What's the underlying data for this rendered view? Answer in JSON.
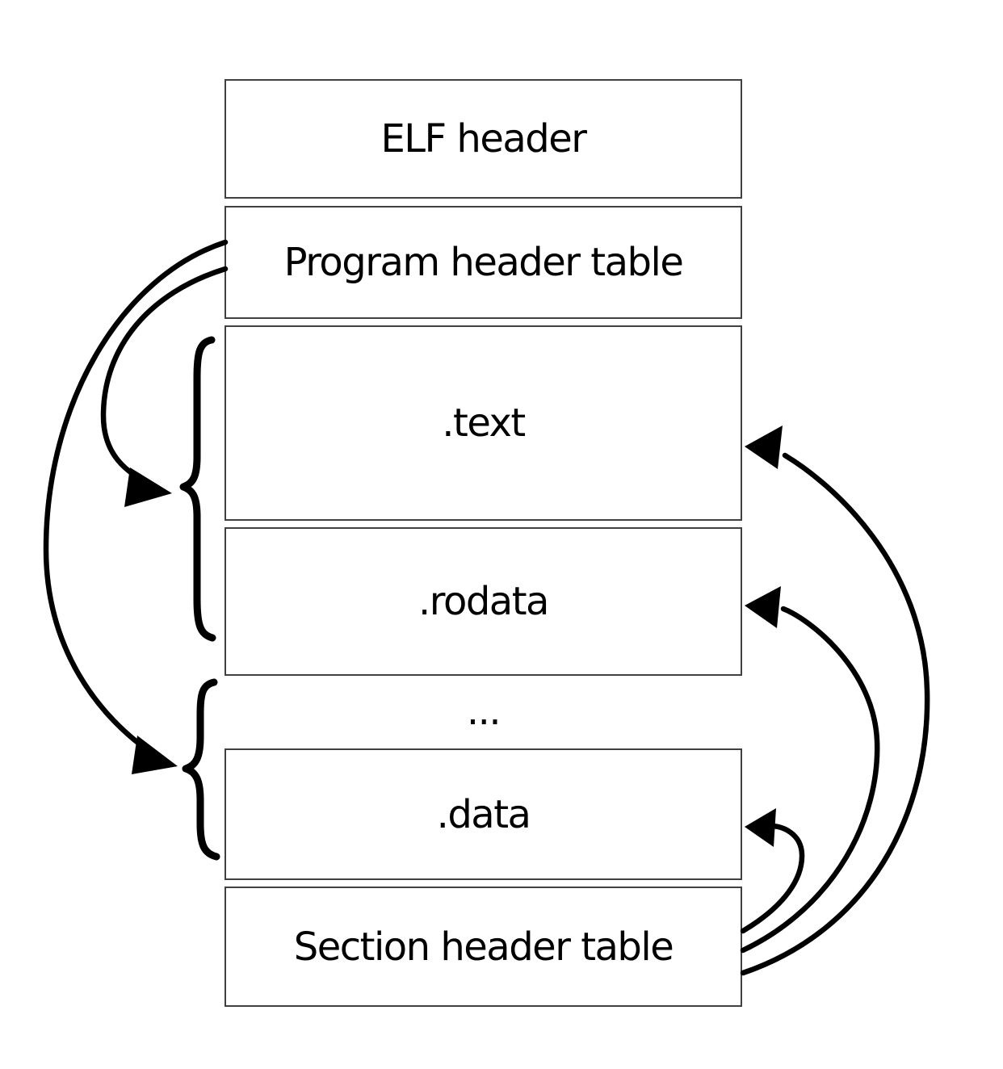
{
  "diagram": {
    "boxes": [
      {
        "id": "elf-header",
        "label": "ELF header"
      },
      {
        "id": "program-header-table",
        "label": "Program header table"
      },
      {
        "id": "text-section",
        "label": ".text"
      },
      {
        "id": "rodata-section",
        "label": ".rodata"
      },
      {
        "id": "data-section",
        "label": ".data"
      },
      {
        "id": "section-header-table",
        "label": "Section header table"
      }
    ],
    "ellipsis": "...",
    "colors": {
      "background": "#ffffff",
      "line": "#000000",
      "box_border": "#404040",
      "text": "#000000"
    }
  }
}
